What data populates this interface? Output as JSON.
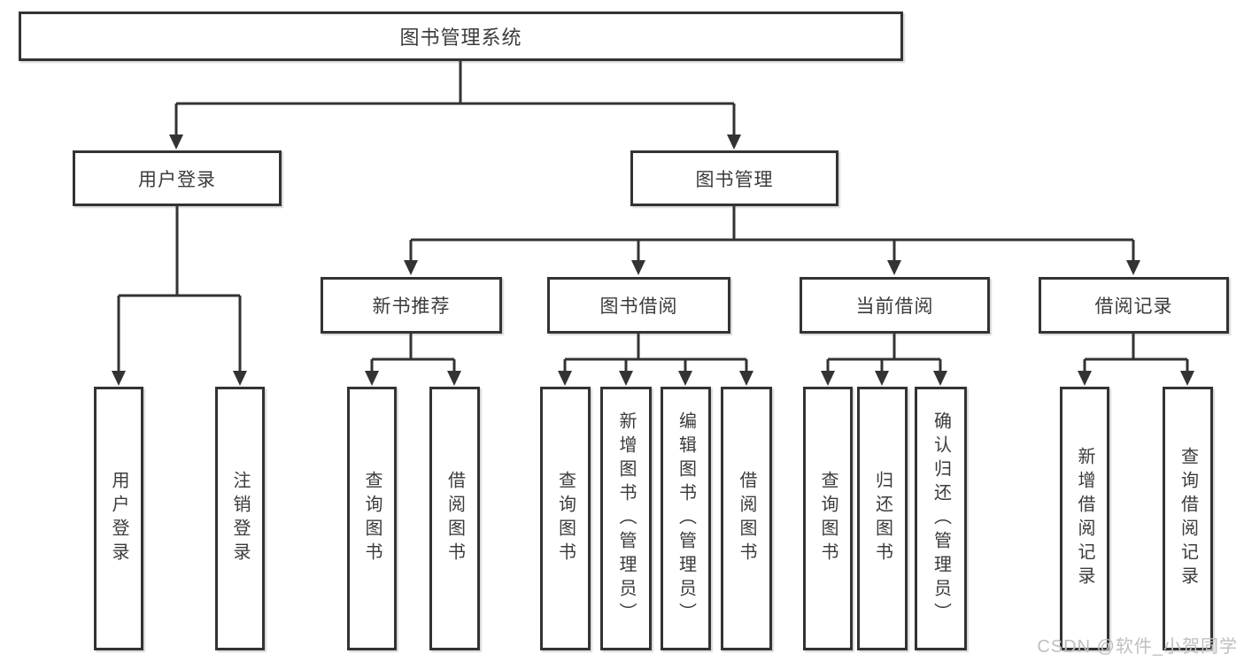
{
  "tree": {
    "root": "图书管理系统",
    "branches": [
      {
        "label": "用户登录",
        "leaves": [
          "用户登录",
          "注销登录"
        ]
      },
      {
        "label": "图书管理",
        "children": [
          {
            "label": "新书推荐",
            "leaves": [
              "查询图书",
              "借阅图书"
            ]
          },
          {
            "label": "图书借阅",
            "leaves": [
              "查询图书",
              "新增图书（管理员）",
              "编辑图书（管理员）",
              "借阅图书"
            ]
          },
          {
            "label": "当前借阅",
            "leaves": [
              "查询图书",
              "归还图书",
              "确认归还（管理员）"
            ]
          },
          {
            "label": "借阅记录",
            "leaves": [
              "新增借阅记录",
              "查询借阅记录"
            ]
          }
        ]
      }
    ]
  },
  "watermark": {
    "text": "CSDN @软件_小贺同学"
  },
  "colors": {
    "line": "#333333",
    "box_border": "#333333",
    "text": "#3b3b3b",
    "box_background": "#ffffff",
    "page_background": "#ffffff",
    "watermark": "#bfbfbf"
  }
}
